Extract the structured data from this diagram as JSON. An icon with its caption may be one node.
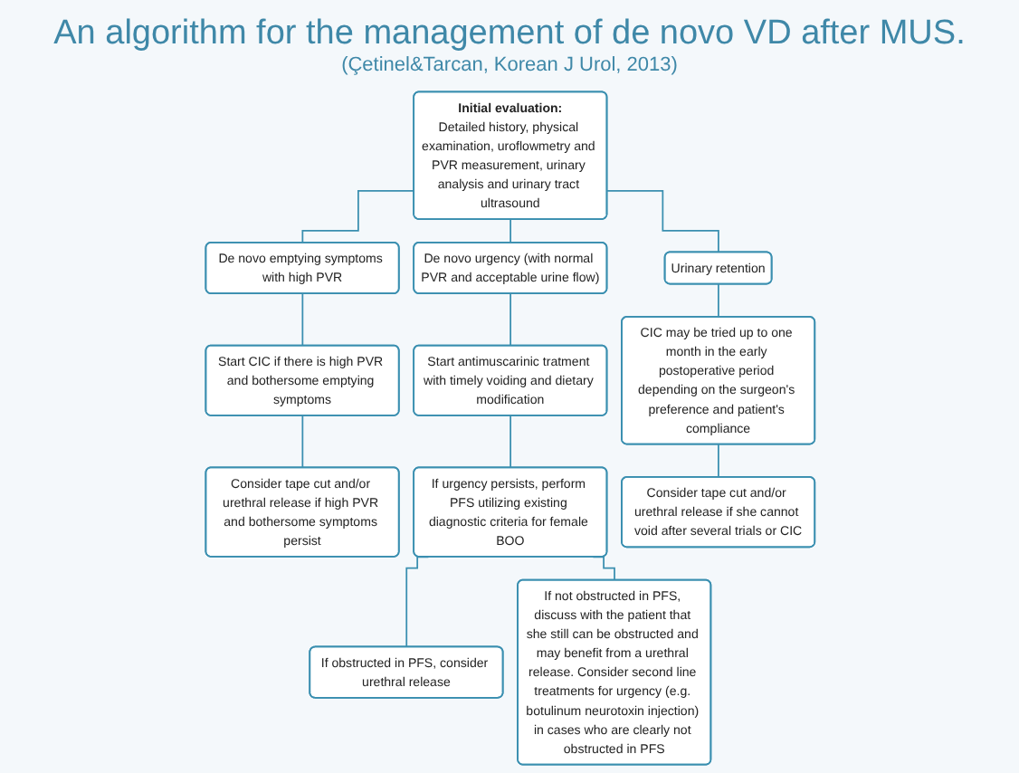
{
  "diagram": {
    "title": "An algorithm for the management of de novo VD after MUS.",
    "caption": "(Çetinel&Tarcan, Korean J Urol, 2013)",
    "nodes": [
      {
        "text": [
          "Initial evaluation:",
          "Detailed history, physical examination, uroflowmetry and PVR measurement, urinary analysis and urinary tract ultrasound"
        ]
      },
      {
        "text": [
          "Urinary retention"
        ]
      },
      {
        "text": [
          "De novo emptying symptoms with high PVR"
        ]
      },
      {
        "text": [
          "De novo urgency (with normal PVR and acceptable urine flow)"
        ]
      },
      {
        "text": [
          "CIC may be tried up to one month in the early postoperative period depending on the surgeon's preference and patient's compliance"
        ]
      },
      {
        "text": [
          "Start CIC if there is high PVR and bothersome emptying symptoms"
        ]
      },
      {
        "text": [
          "Start antimuscarinic tratment with timely voiding and dietary modification"
        ]
      },
      {
        "text": [
          "Consider tape cut and/or urethral release if high PVR and bothersome symptoms persist"
        ]
      },
      {
        "text": [
          "If urgency persists, perform PFS utilizing existing diagnostic criteria for female BOO"
        ]
      },
      {
        "text": [
          "Consider tape cut and/or urethral release if she cannot void after several trials or CIC"
        ]
      },
      {
        "text": [
          "If obstructed in PFS, consider urethral release"
        ]
      },
      {
        "text": [
          "If not obstructed in PFS, discuss with the patient that she still can be obstructed and may benefit from a urethral release. Consider second line treatments for urgency (e.g. botulinum neurotoxin injection) in cases who are clearly not obstructed in PFS"
        ]
      }
    ],
    "edges": [
      {
        "from": 0,
        "to": 1,
        "arrow": "none"
      },
      {
        "from": 0,
        "to": 2,
        "arrow": "none"
      },
      {
        "from": 0,
        "to": 3,
        "arrow": "none"
      },
      {
        "from": 1,
        "to": 4,
        "arrow": "none"
      },
      {
        "from": 4,
        "to": 9,
        "arrow": "none"
      },
      {
        "from": 2,
        "to": 5,
        "arrow": "none"
      },
      {
        "from": 5,
        "to": 7,
        "arrow": "none"
      },
      {
        "from": 3,
        "to": 6,
        "arrow": "none"
      },
      {
        "from": 6,
        "to": 8,
        "arrow": "none"
      },
      {
        "from": 8,
        "to": 10,
        "arrow": "none"
      },
      {
        "from": 8,
        "to": 11,
        "arrow": "none"
      }
    ]
  }
}
